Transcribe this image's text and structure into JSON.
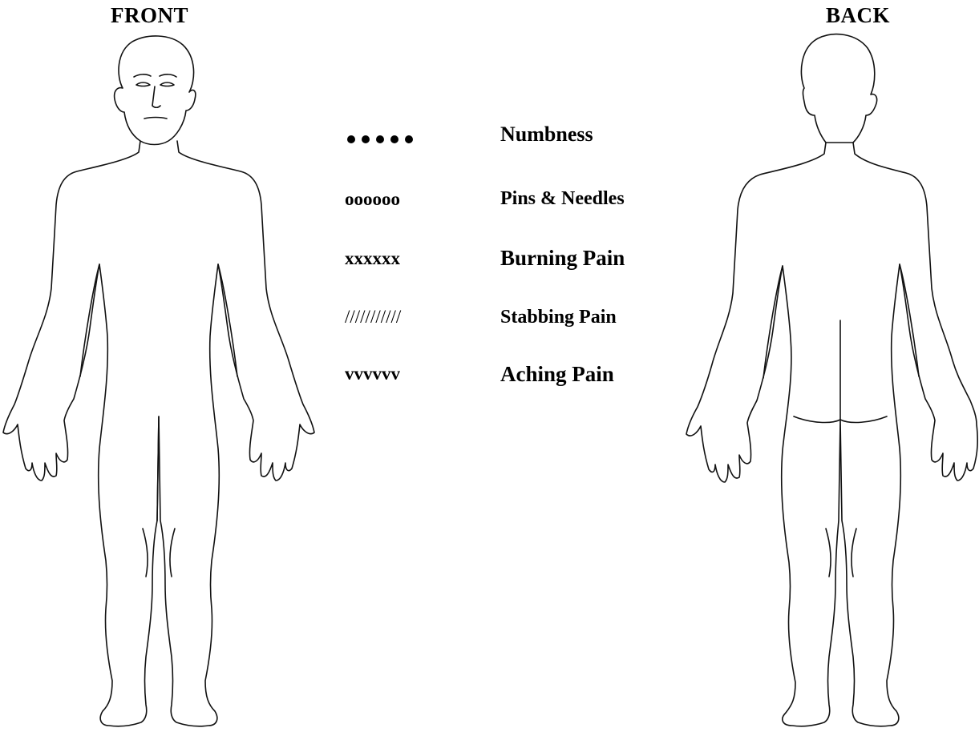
{
  "views": {
    "front_title": "FRONT",
    "back_title": "BACK"
  },
  "legend": [
    {
      "symbol": "• • • • •",
      "label": "Numbness"
    },
    {
      "symbol": "oooooo",
      "label": "Pins & Needles"
    },
    {
      "symbol": "xxxxxx",
      "label": "Burning Pain"
    },
    {
      "symbol": "///////////",
      "label": "Stabbing Pain"
    },
    {
      "symbol": "vvvvvv",
      "label": "Aching Pain"
    }
  ]
}
